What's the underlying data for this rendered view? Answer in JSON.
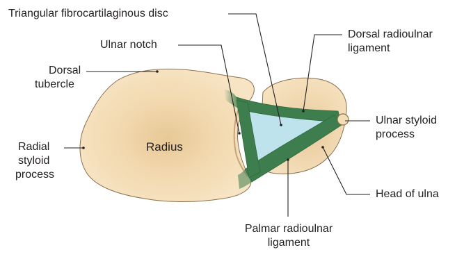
{
  "colors": {
    "bone_fill": "#F3DDB5",
    "bone_stroke": "#8B6F4E",
    "bone_shade": "#E6C89C",
    "ligament": "#3E7D4E",
    "ligament_light": "#5FA46B",
    "disc": "#BEE3EC",
    "leader": "#231F20",
    "text": "#231F20"
  },
  "labels": {
    "disc": "Triangular fibrocartilaginous disc",
    "ulnar_notch": "Ulnar notch",
    "dorsal_radioulnar": [
      "Dorsal radioulnar",
      "ligament"
    ],
    "dorsal_tubercle": [
      "Dorsal",
      "tubercle"
    ],
    "radial_styloid": [
      "Radial",
      "styloid",
      "process"
    ],
    "radius": "Radius",
    "ulnar_styloid": [
      "Ulnar styloid",
      "process"
    ],
    "head_of_ulna": "Head of ulna",
    "palmar_radioulnar": [
      "Palmar radioulnar",
      "ligament"
    ]
  }
}
